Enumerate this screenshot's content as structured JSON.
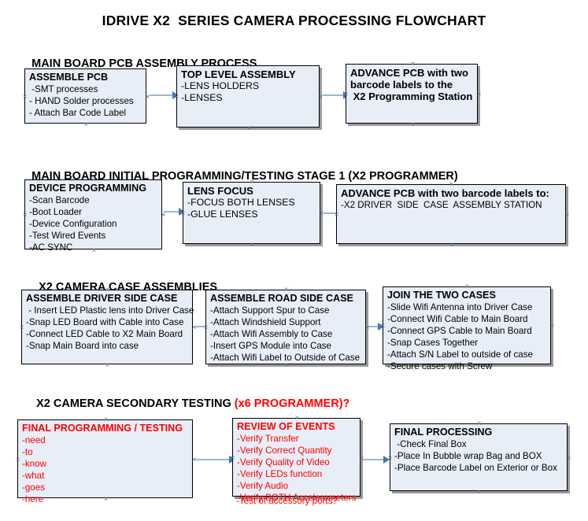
{
  "title": "IDRIVE X2  SERIES CAMERA PROCESSING FLOWCHART",
  "sections": [
    {
      "heading": "MAIN BOARD PCB ASSEMBLY PROCESS",
      "heading_accent": "",
      "boxes": [
        {
          "title": "ASSEMBLE PCB",
          "lines": [
            " -SMT processes",
            "- HAND Solder processes",
            "- Attach Bar Code Label"
          ]
        },
        {
          "title": "TOP LEVEL ASSEMBLY",
          "lines": [
            "-LENS HOLDERS",
            "-LENSES"
          ]
        },
        {
          "title": "ADVANCE PCB with two",
          "lines": [
            "barcode labels to the",
            " X2 Programming Station"
          ]
        }
      ]
    },
    {
      "heading": "MAIN BOARD INITIAL PROGRAMMING/TESTING STAGE 1 (X2 PROGRAMMER)",
      "heading_accent": "",
      "boxes": [
        {
          "title": "DEVICE PROGRAMMING",
          "lines": [
            "-Scan Barcode",
            "-Boot Loader",
            "-Device Configuration",
            "-Test Wired Events",
            "-AC SYNC"
          ]
        },
        {
          "title": "LENS FOCUS",
          "lines": [
            "-FOCUS BOTH LENSES",
            "-GLUE LENSES"
          ]
        },
        {
          "title": "ADVANCE PCB with two barcode labels to:",
          "lines": [
            "-X2 DRIVER  SIDE  CASE  ASSEMBLY STATION"
          ]
        }
      ]
    },
    {
      "heading": "X2 CAMERA CASE ASSEMBLIES",
      "heading_accent": "",
      "boxes": [
        {
          "title": "ASSEMBLE DRIVER SIDE CASE",
          "lines": [
            " - Insert LED Plastic lens into Driver Case",
            "-Snap LED Board with Cable into Case",
            "-Connect LED Cable to X2 Main Board",
            "-Snap Main Board into case"
          ]
        },
        {
          "title": "ASSEMBLE ROAD SIDE CASE",
          "lines": [
            "-Attach Support Spur to Case",
            "-Attach Windshield Support",
            "-Attach Wifi Assembly to Case",
            "-Insert GPS Module into Case",
            "-Attach Wifi Label to Outside of Case"
          ]
        },
        {
          "title": "JOIN THE TWO CASES",
          "lines": [
            "-Slide Wifi Antenna into Driver Case",
            "-Connect Wifi Cable to Main Board",
            "-Connect GPS Cable to Main Board",
            "-Snap Cases Together",
            "-Attach S/N Label to outside of case",
            "-Secure cases with Screw"
          ]
        }
      ]
    },
    {
      "heading": "X2 CAMERA SECONDARY TESTING ",
      "heading_accent": "(x6 PROGRAMMER)?",
      "boxes": [
        {
          "title": "FINAL PROGRAMMING / TESTING",
          "lines": [
            "-need",
            "-to",
            "-know",
            "-what",
            "-goes",
            "-here"
          ]
        },
        {
          "title": "REVIEW OF EVENTS",
          "lines": [
            "-Verify Transfer",
            "-Verify Correct Quantity",
            "-Verify Quality of Video",
            "-Verify LEDs function",
            "-Verify Audio",
            "-Verify BOTH Accelerometers"
          ],
          "overflow_line": "-Test of accessory ports?"
        },
        {
          "title": "FINAL PROCESSING",
          "lines": [
            " -Check Final Box",
            "-Place In Bubble wrap Bag and BOX",
            "-Place Barcode Label on Exterior or Box"
          ]
        }
      ]
    }
  ],
  "colors": {
    "box_fill": "#e8eef7",
    "box_border": "#000000",
    "connector": "#9bb7d0",
    "arrowhead": "#4874b8",
    "accent_red": "#ff0000",
    "text": "#000000"
  }
}
